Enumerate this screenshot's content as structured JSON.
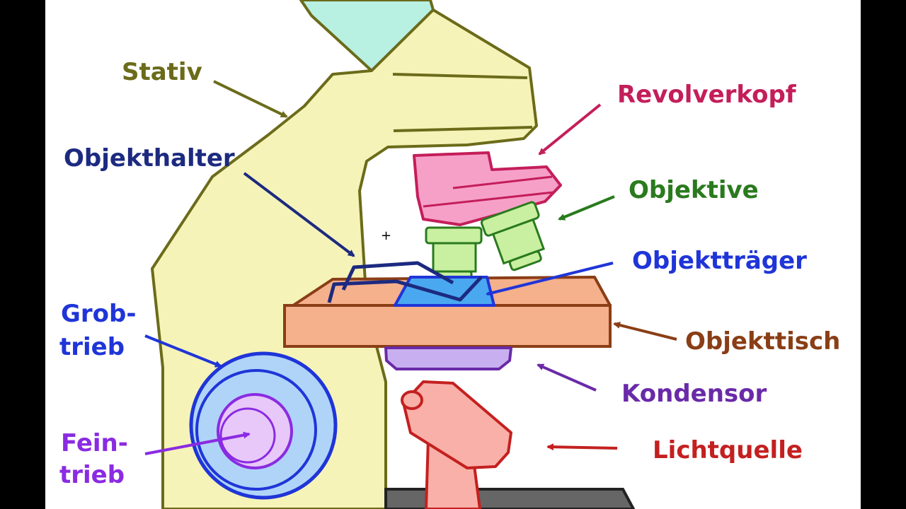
{
  "labels": {
    "stativ": "Stativ",
    "objekthalter": "Objekthalter",
    "revolverkopf": "Revolverkopf",
    "objektive": "Objektive",
    "objekttraeger": "Objektträger",
    "objekttisch": "Objekttisch",
    "grobtrieb_line1": "Grob-",
    "grobtrieb_line2": "trieb",
    "feintrieb_line1": "Fein-",
    "feintrieb_line2": "trieb",
    "kondensor": "Kondensor",
    "lichtquelle": "Lichtquelle",
    "cursor": "+"
  },
  "colors": {
    "stativ": "#6b6b1a",
    "objekthalter": "#1c2a80",
    "revolverkopf": "#c41e5a",
    "objektive": "#2a7a1e",
    "objekttraeger": "#1f35d8",
    "objekttisch": "#8a3e16",
    "grobtrieb": "#1f35d8",
    "feintrieb": "#8a2be2",
    "kondensor": "#6a2aa8",
    "lichtquelle": "#c42020"
  }
}
